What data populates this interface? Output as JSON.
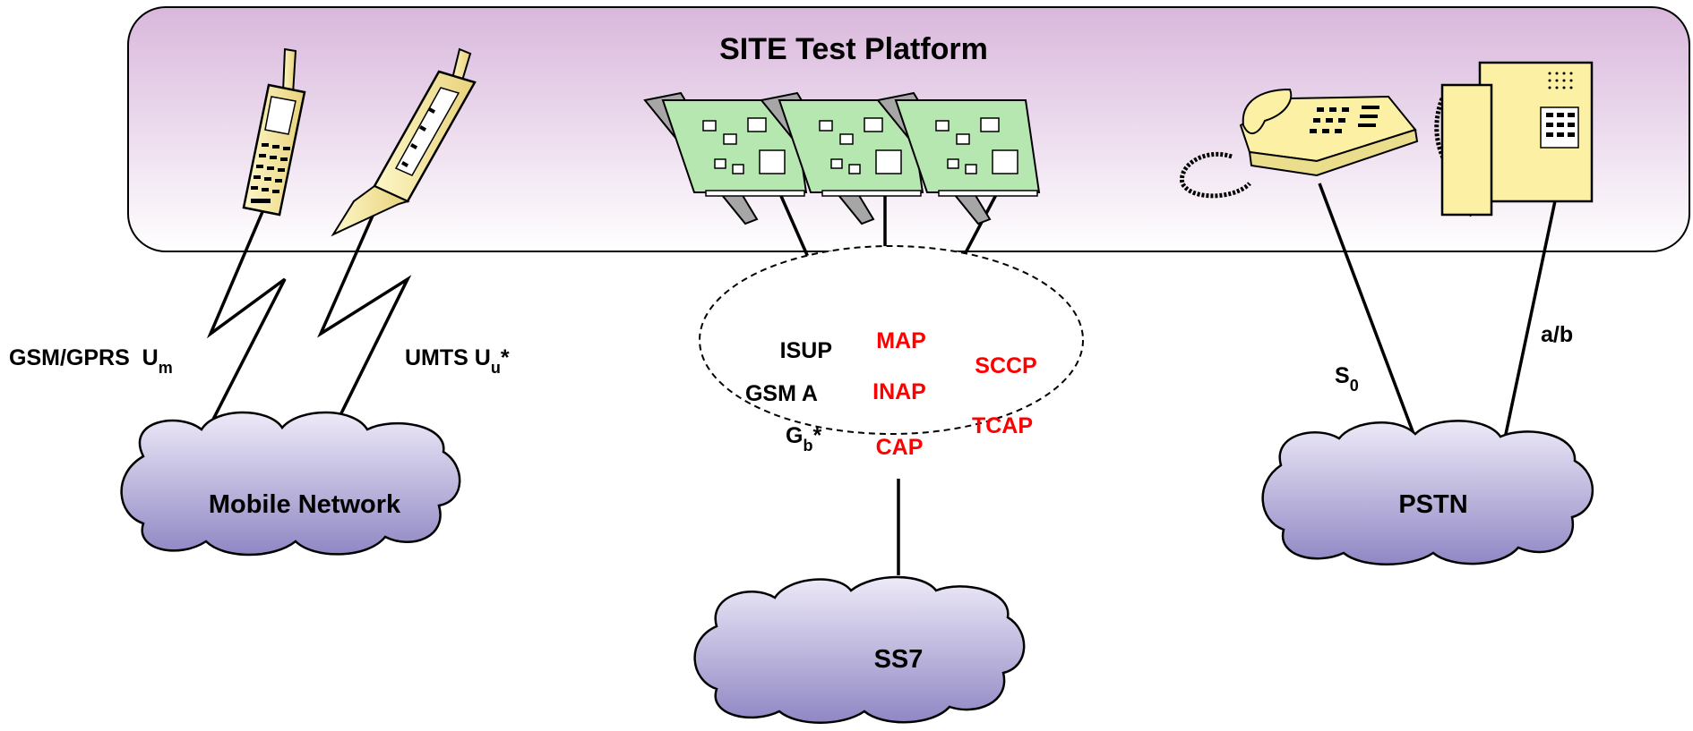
{
  "platform": {
    "title": "SITE Test Platform"
  },
  "colors": {
    "platform_top": "#d9b7dc",
    "platform_bottom": "#ffffff",
    "cloud_light": "#eeeaf8",
    "cloud_dark": "#8f87c4",
    "card_green": "#b7e7b0",
    "bracket_gray": "#a6a6a6",
    "device_yellow": "#fbf0a4",
    "protocol_black": "#000000",
    "protocol_red": "#ff0000"
  },
  "interfaces": {
    "gsm_gprs": {
      "text": "GSM/GPRS  U",
      "sub": "m"
    },
    "umts": {
      "text": "UMTS U",
      "sub": "u",
      "suffix": "*"
    },
    "s0": {
      "text": "S",
      "sub": "0"
    },
    "ab": {
      "text": "a/b"
    }
  },
  "protocols": {
    "isup": "ISUP",
    "gsm_a": "GSM A",
    "gb": {
      "text": "G",
      "sub": "b",
      "suffix": "*"
    },
    "map": "MAP",
    "inap": "INAP",
    "cap": "CAP",
    "sccp": "SCCP",
    "tcap": "TCAP"
  },
  "networks": {
    "mobile": "Mobile Network",
    "ss7": "SS7",
    "pstn": "PSTN"
  }
}
